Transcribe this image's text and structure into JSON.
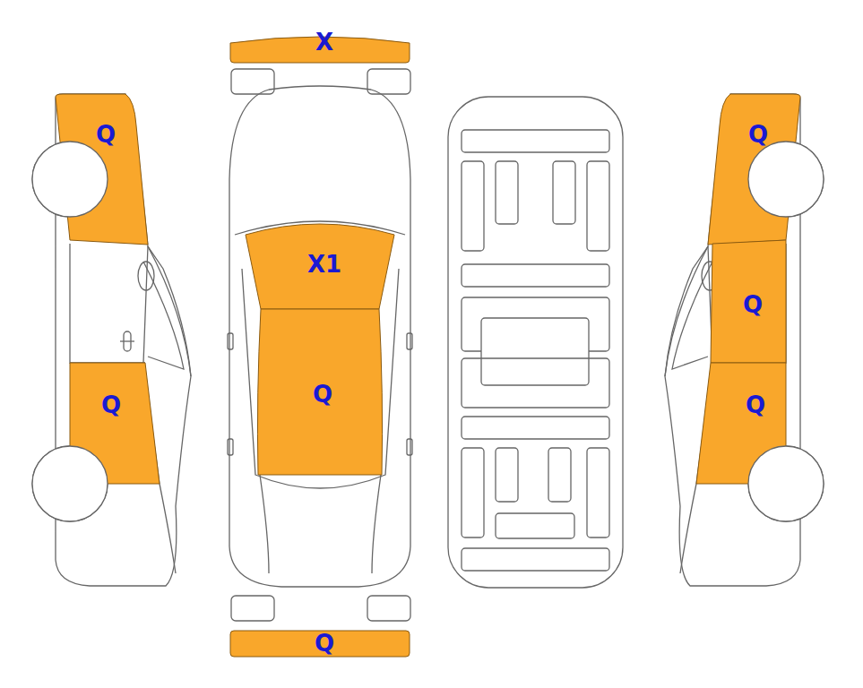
{
  "diagram": {
    "nodes": [
      {
        "text": [
          "X"
        ]
      },
      {
        "text": [
          "Q"
        ]
      },
      {
        "text": [
          "Q"
        ]
      },
      {
        "text": [
          "X1"
        ]
      },
      {
        "text": [
          "Q"
        ]
      },
      {
        "text": [
          "Q"
        ]
      },
      {
        "text": [
          "Q"
        ]
      },
      {
        "text": [
          "Q"
        ]
      },
      {
        "text": [
          "Q"
        ]
      }
    ]
  }
}
